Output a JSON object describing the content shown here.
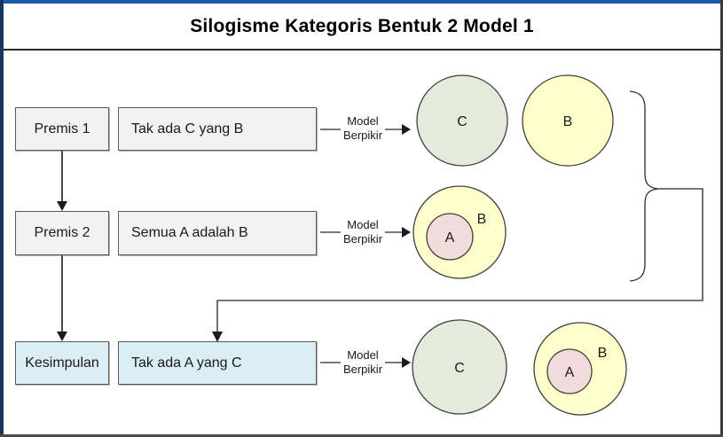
{
  "title": "Silogisme Kategoris Bentuk 2 Model 1",
  "model_label": {
    "line1": "Model",
    "line2": "Berpikir"
  },
  "rows": [
    {
      "name": "Premis 1",
      "statement": "Tak ada C yang B"
    },
    {
      "name": "Premis 2",
      "statement": "Semua A adalah B"
    },
    {
      "name": "Kesimpulan",
      "statement": "Tak ada A yang C"
    }
  ],
  "venn": {
    "row1": {
      "left": "C",
      "right": "B"
    },
    "row2": {
      "outer": "B",
      "inner": "A"
    },
    "row3": {
      "left": "C",
      "outer": "B",
      "inner": "A"
    }
  },
  "colors": {
    "green": "#E4EBDA",
    "yellow": "#FFFFCC",
    "pink": "#F2DCDB",
    "gray_box": "#F2F2F2",
    "blue_box": "#DAEEF3",
    "frame_top": "#1A5EA9",
    "frame_left": "#17365D",
    "circle_stroke": "#404040"
  }
}
